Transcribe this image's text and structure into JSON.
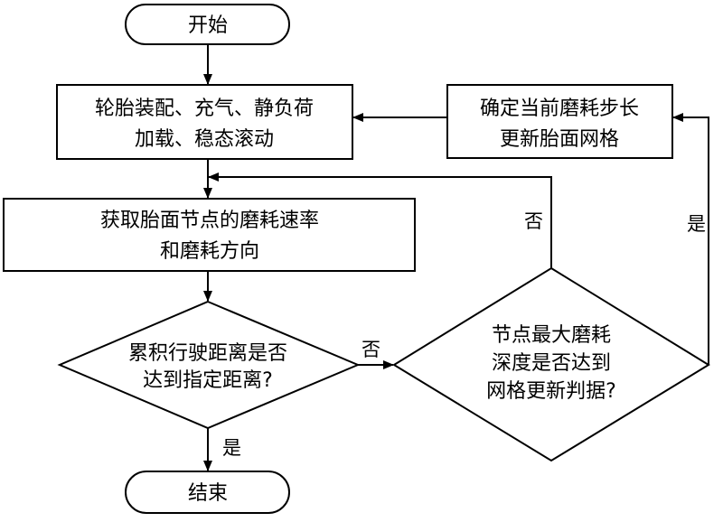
{
  "nodes": {
    "start": {
      "label": "开始"
    },
    "setup": {
      "line1": "轮胎装配、充气、静负荷",
      "line2": "加载、稳态滚动"
    },
    "rate": {
      "line1": "获取胎面节点的磨耗速率",
      "line2": "和磨耗方向"
    },
    "distance": {
      "line1": "累积行驶距离是否",
      "line2": "达到指定距离?"
    },
    "depth": {
      "line1": "节点最大磨耗",
      "line2": "深度是否达到",
      "line3": "网格更新判据?"
    },
    "update": {
      "line1": "确定当前磨耗步长",
      "line2": "更新胎面网格"
    },
    "end": {
      "label": "结束"
    }
  },
  "edge_labels": {
    "distance_yes": "是",
    "distance_no": "否",
    "depth_no": "否",
    "depth_yes": "是"
  }
}
